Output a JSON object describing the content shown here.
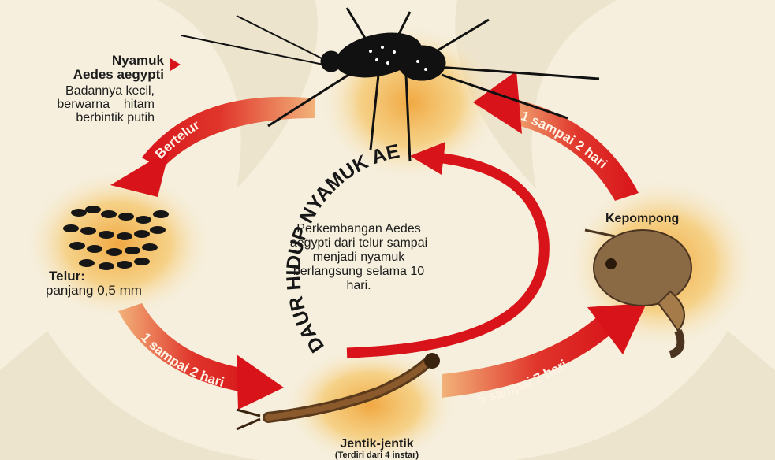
{
  "mosquito": {
    "name_line1": "Nyamuk",
    "name_line2": "Aedes aegypti",
    "desc_line1": "Badannya kecil,",
    "desc_line2": "berwarna    hitam",
    "desc_line3": "berbintik putih"
  },
  "egg": {
    "label": "Telur:",
    "size": "panjang 0,5 mm"
  },
  "larva": {
    "label": "Jentik-jentik",
    "note": "(Terdiri dari 4 instar)"
  },
  "pupa": {
    "label": "Kepompong"
  },
  "arrows": {
    "lay_eggs": "Bertelur",
    "egg_to_larva": "1 sampai 2 hari",
    "larva_to_pupa": "5 sampai 7 hari",
    "pupa_to_adult": "1 sampai 2 hari"
  },
  "title": "DAUR HIDUP NYAMUK AEDES AEGYPTI",
  "center": {
    "line1": "Perkembangan Aedes",
    "line2": "aegypti dari telur sampai",
    "line3": "menjadi nyamuk",
    "line4": "berlangsung selama 10",
    "line5": "hari."
  },
  "colors": {
    "arrow": "#d8141a",
    "glow": "#f2b640",
    "background": "#f6efdd"
  }
}
